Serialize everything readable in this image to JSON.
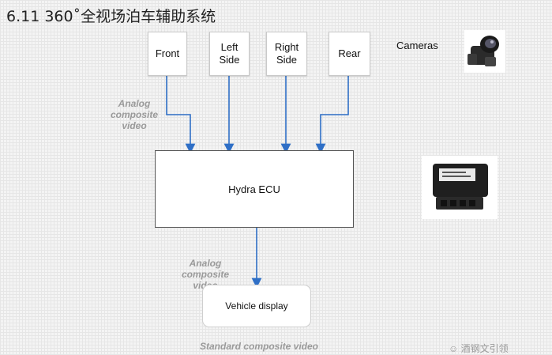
{
  "title": "6.11  360˚全视场泊车辅助系统",
  "cameras": [
    {
      "label": "Front"
    },
    {
      "label": "Left Side"
    },
    {
      "label": "Right Side"
    },
    {
      "label": "Rear"
    }
  ],
  "cameras_label": "Cameras",
  "ecu_label": "Hydra ECU",
  "analog_label_1": "Analog composite video",
  "analog_label_2": "Analog composite video",
  "display_label": "Vehicle display",
  "standard_label": "Standard composite video",
  "watermark": "☺ 酒钢文引领",
  "colors": {
    "arrow": "#2f6fc6",
    "label_grey": "#9a9a9a"
  }
}
